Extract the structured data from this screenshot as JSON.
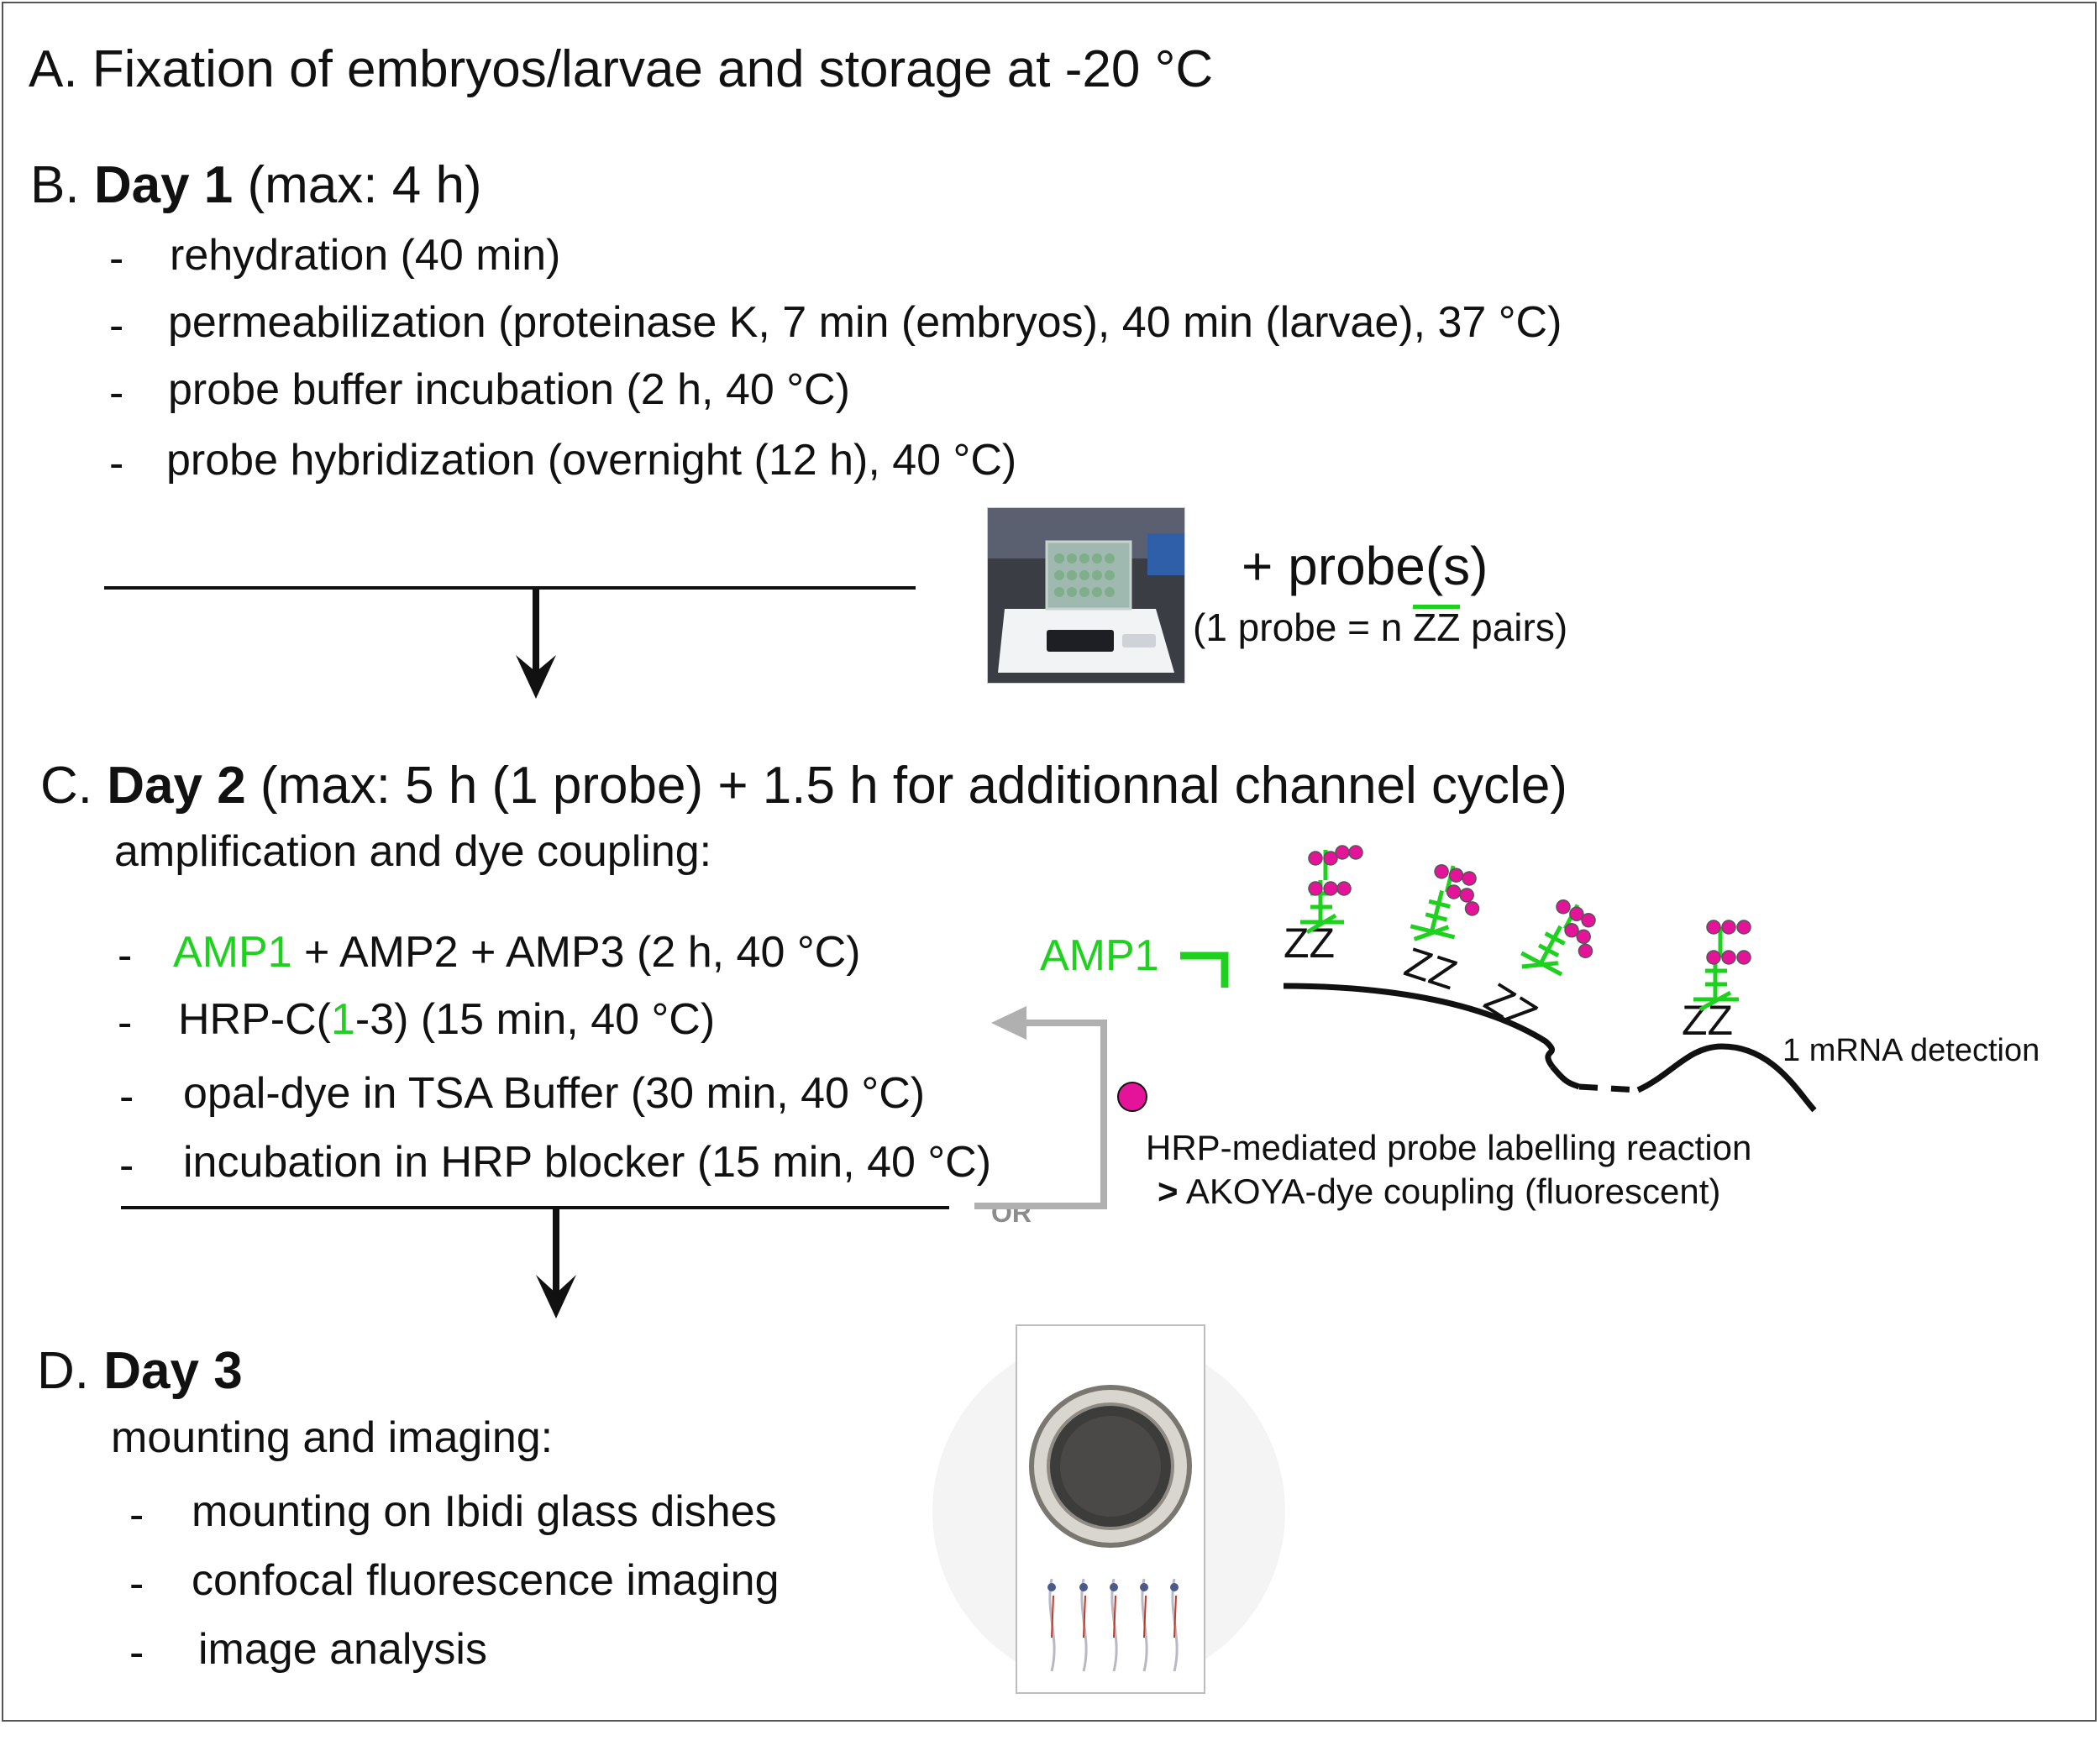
{
  "sectionA": {
    "title": "A. Fixation of embryos/larvae and storage at -20 °C"
  },
  "sectionB": {
    "letter": "B.",
    "day": "Day 1",
    "note": "(max: 4 h)",
    "steps": [
      "rehydration (40 min)",
      "permeabilization (proteinase K, 7 min (embryos), 40 min (larvae), 37 °C)",
      "probe buffer incubation (2 h, 40 °C)",
      "probe hybridization (overnight (12 h), 40 °C)"
    ],
    "probe_label": "+ probe(s)",
    "probe_note": {
      "prefix": "(1 probe = n ",
      "zz": "ZZ",
      "suffix": " pairs)"
    }
  },
  "sectionC": {
    "letter": "C.",
    "day": "Day 2",
    "note": "(max: 5 h (1 probe) + 1.5 h for additionnal channel cycle)",
    "subtitle": "amplification and dye coupling:",
    "step1": {
      "amp1": "AMP1",
      "rest": " + AMP2 + AMP3 (2 h, 40 °C)"
    },
    "step2": {
      "prefix": "HRP-C(",
      "one": "1",
      "suffix": "-3) (15 min, 40 °C)"
    },
    "step3": "opal-dye in TSA Buffer (30 min, 40 °C)",
    "step4": "incubation in HRP blocker (15 min, 40 °C)",
    "or_label": "OR",
    "amp1_label": "AMP1",
    "zz_label": "ZZ",
    "mrna_label": "1 mRNA detection",
    "reaction_line1": "HRP-mediated probe labelling reaction",
    "reaction_line2_marker": ">",
    "reaction_line2": "AKOYA-dye coupling (fluorescent)"
  },
  "sectionD": {
    "letter": "D.",
    "day": "Day 3",
    "subtitle": "mounting and imaging:",
    "steps": [
      "mounting on Ibidi glass dishes",
      "confocal fluorescence imaging",
      "image analysis"
    ]
  },
  "bullet": "-",
  "colors": {
    "green": "#1fd11f",
    "magenta": "#e5139a",
    "gray_arrow": "#b0b0b0",
    "dark": "#111111"
  }
}
